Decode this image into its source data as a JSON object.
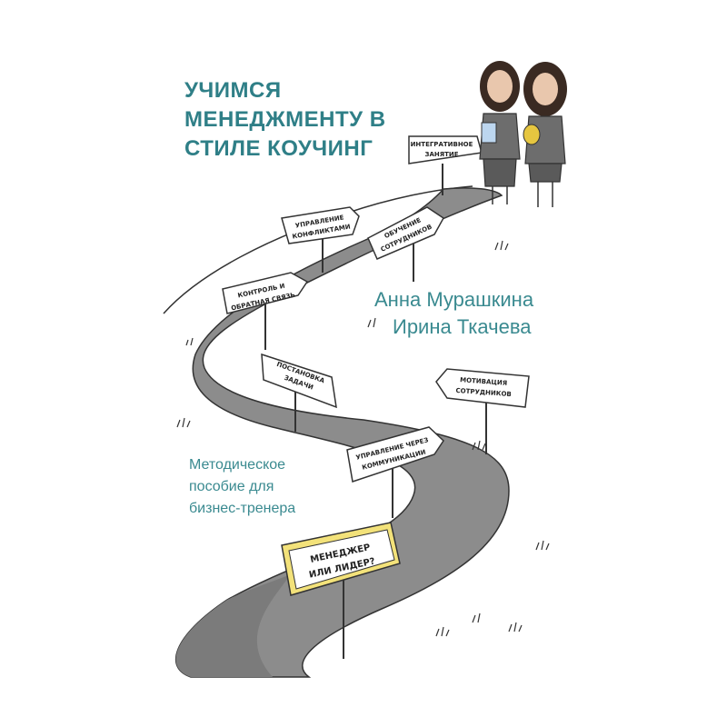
{
  "title_lines": [
    "УЧИМСЯ",
    "МЕНЕДЖМЕНТУ В",
    "СТИЛЕ КОУЧИНГ"
  ],
  "authors": [
    "Анна Мурашкина",
    "Ирина Ткачева"
  ],
  "subtitle_lines": [
    "Методическое",
    "пособие для",
    "бизнес-тренера"
  ],
  "signs": {
    "integrative": [
      "ИНТЕГРАТИВНОЕ",
      "ЗАНЯТИЕ"
    ],
    "conflicts": [
      "УПРАВЛЕНИЕ",
      "КОНФЛИКТАМИ"
    ],
    "training": [
      "ОБУЧЕНИЕ",
      "СОТРУДНИКОВ"
    ],
    "control": [
      "КОНТРОЛЬ И",
      "ОБРАТНАЯ СВЯЗЬ"
    ],
    "task": [
      "ПОСТАНОВКА",
      "ЗАДАЧИ"
    ],
    "motivation": [
      "МОТИВАЦИЯ",
      "СОТРУДНИКОВ"
    ],
    "communications": [
      "УПРАВЛЕНИЕ ЧЕРЕЗ",
      "КОММУНИКАЦИИ"
    ],
    "manager": [
      "МЕНЕДЖЕР",
      "ИЛИ ЛИДЕР?"
    ]
  },
  "colors": {
    "accent": "#2f7f87",
    "road": "#8c8c8c",
    "sign_highlight": "#f3e27a"
  }
}
